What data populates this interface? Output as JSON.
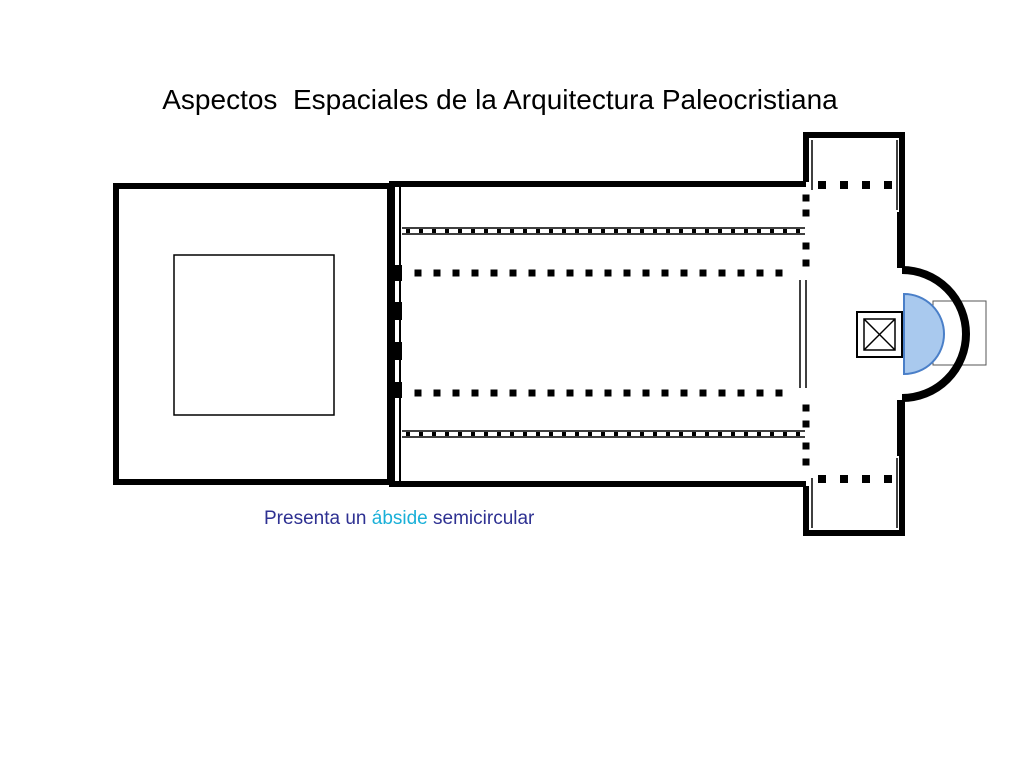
{
  "slide": {
    "title": "Aspectos  Espaciales de la Arquitectura Paleocristiana",
    "caption": {
      "before": "Presenta un ",
      "highlight": "ábside",
      "after": " semicircular"
    }
  },
  "plan": {
    "elements": [
      "atrium",
      "nave",
      "aisles",
      "colonnades",
      "transept",
      "apse",
      "altar"
    ],
    "apse_fill": "#a9c9ee",
    "apse_stroke": "#4a7fc8"
  },
  "colors": {
    "title": "#000000",
    "caption": "#2e3192",
    "highlight": "#1ab0d8",
    "walls": "#000000"
  }
}
